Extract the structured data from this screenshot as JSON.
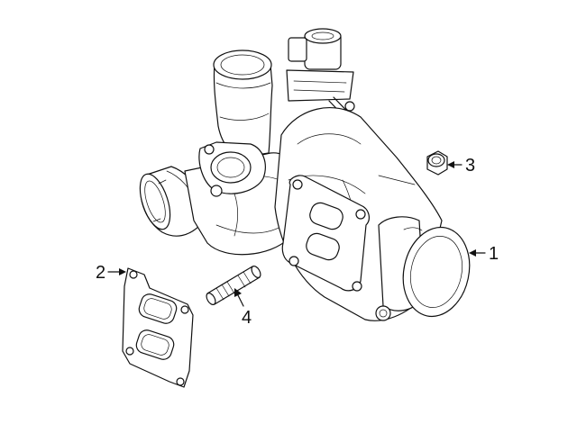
{
  "diagram": {
    "callouts": [
      {
        "id": "1",
        "label": "1"
      },
      {
        "id": "2",
        "label": "2"
      },
      {
        "id": "3",
        "label": "3"
      },
      {
        "id": "4",
        "label": "4"
      }
    ],
    "colors": {
      "ink": "#111111",
      "background": "#ffffff"
    }
  }
}
